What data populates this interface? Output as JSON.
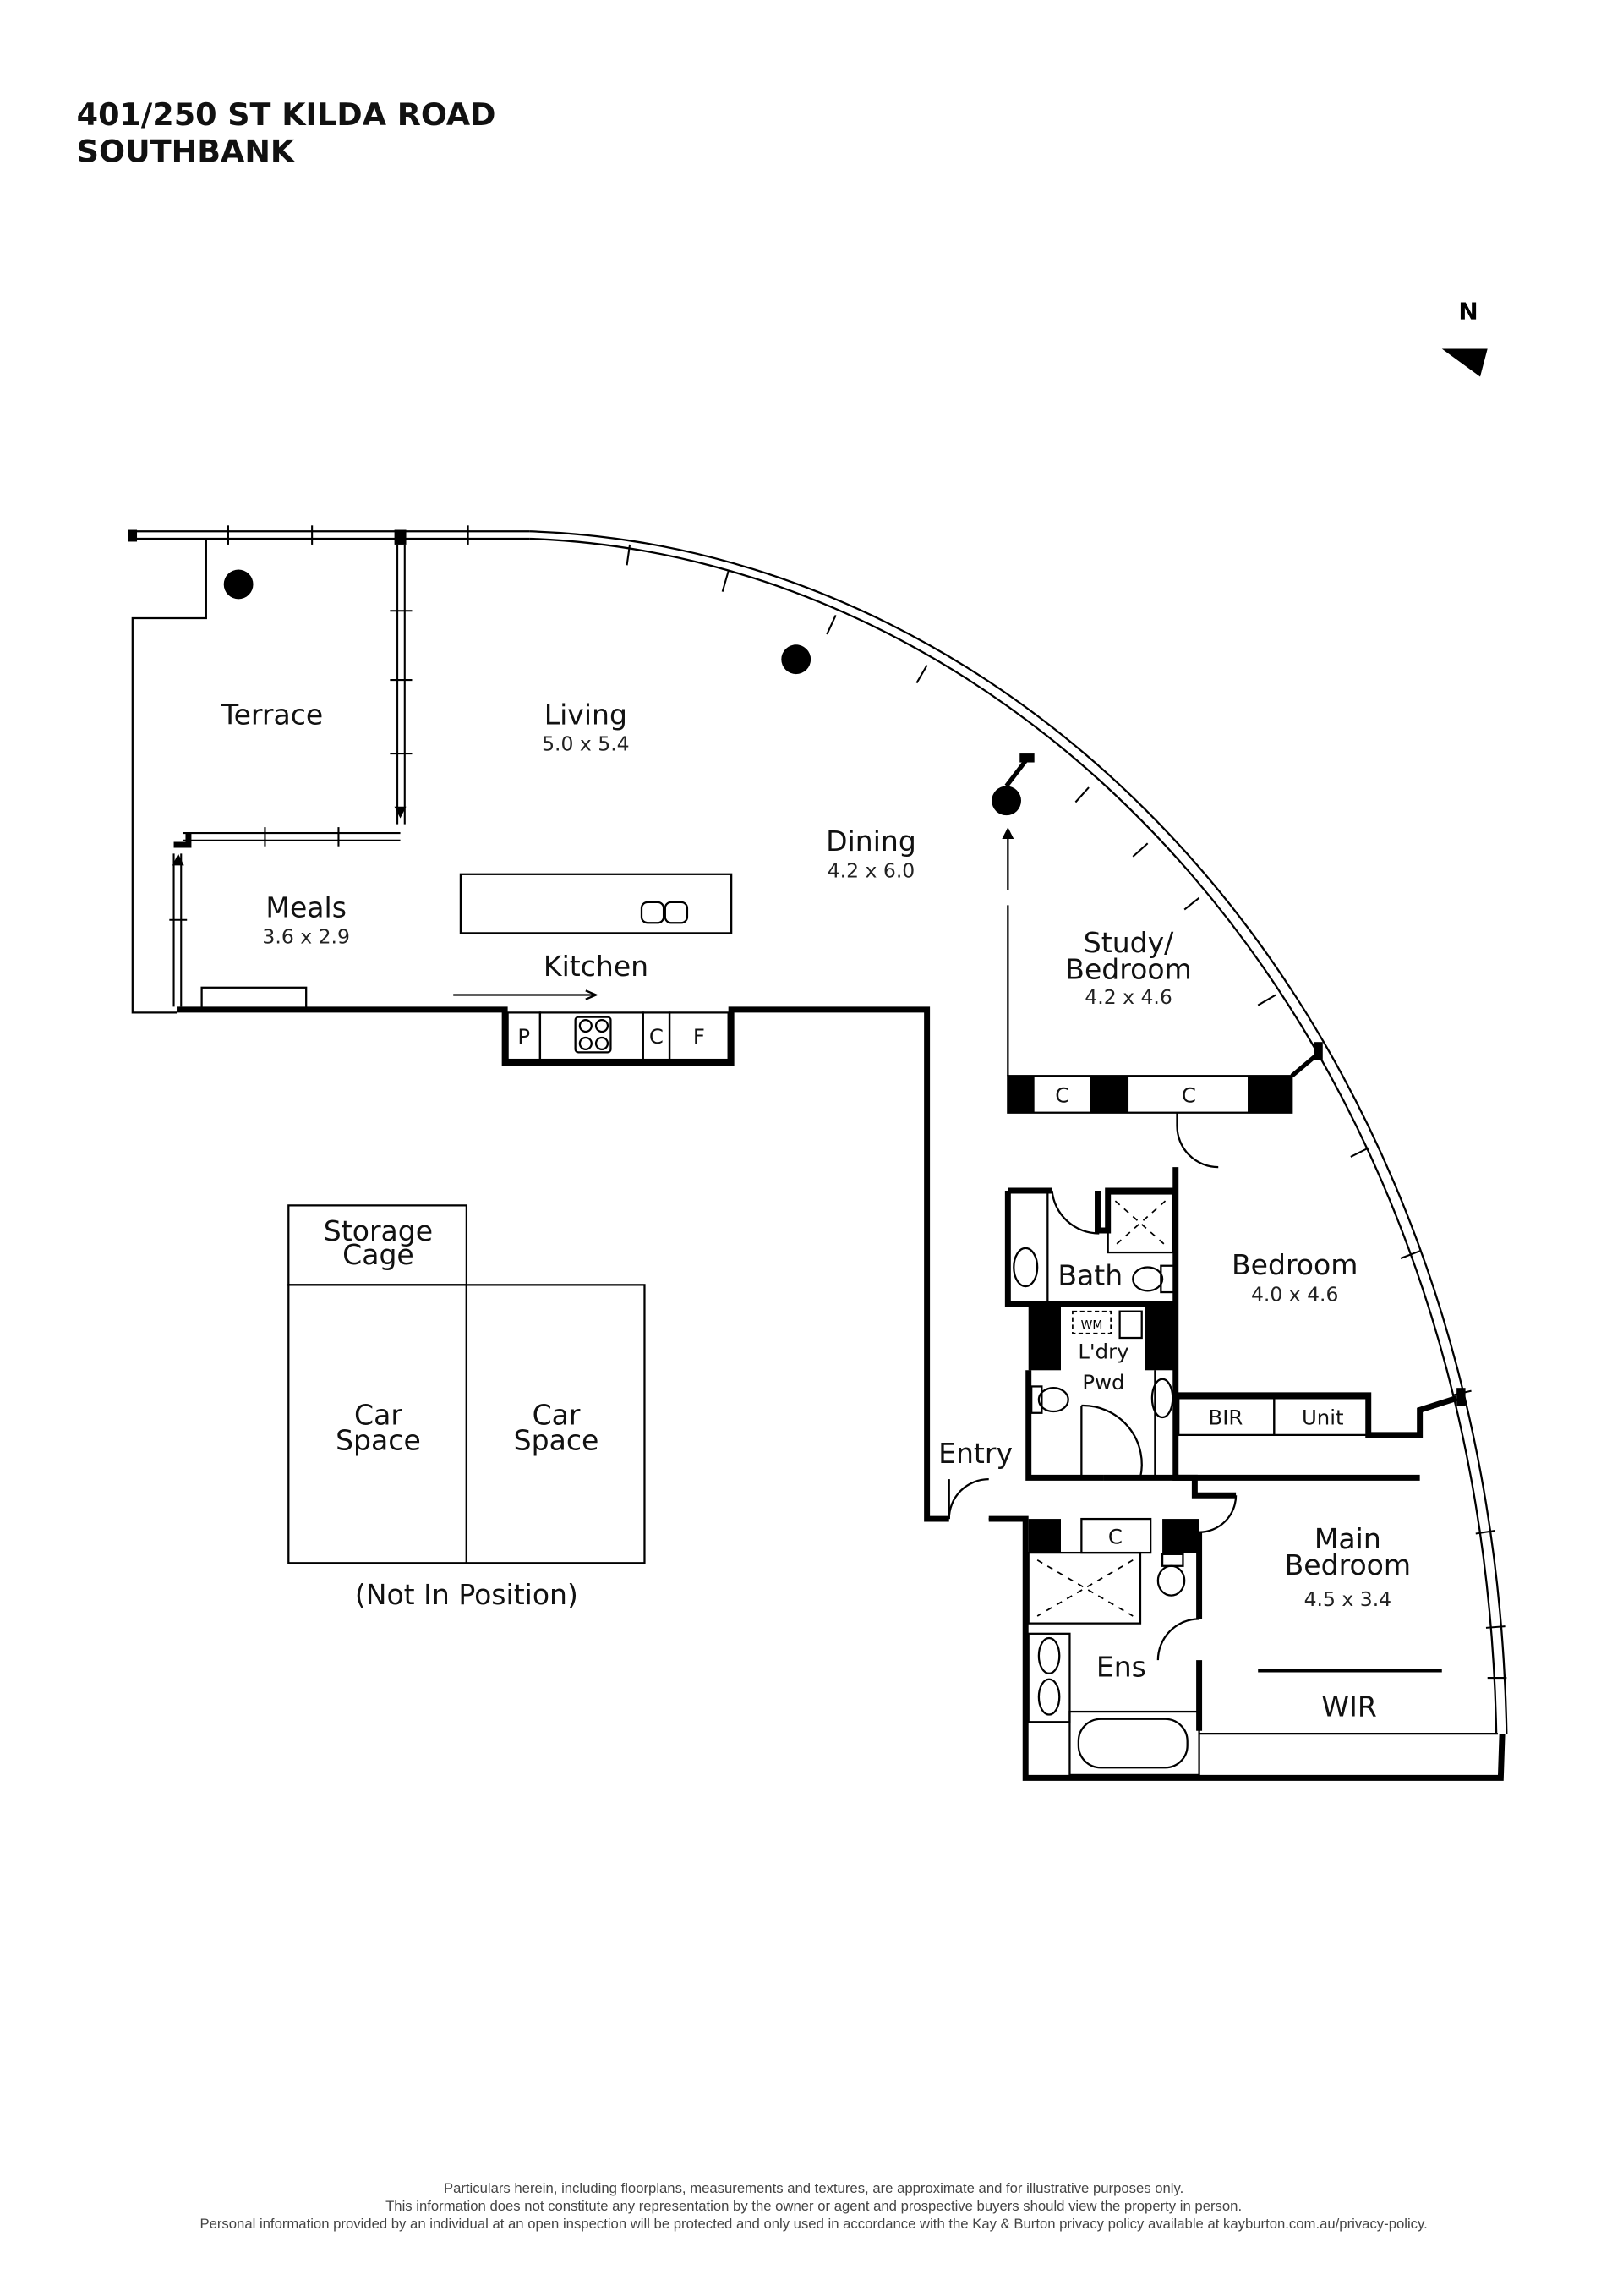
{
  "header": {
    "line1": "401/250 ST KILDA ROAD",
    "line2": "SOUTHBANK"
  },
  "compass": {
    "label": "N"
  },
  "rooms": {
    "terrace": {
      "name": "Terrace"
    },
    "living": {
      "name": "Living",
      "dims": "5.0 x 5.4"
    },
    "dining": {
      "name": "Dining",
      "dims": "4.2 x 6.0"
    },
    "meals": {
      "name": "Meals",
      "dims": "3.6 x 2.9"
    },
    "kitchen": {
      "name": "Kitchen"
    },
    "study": {
      "name1": "Study/",
      "name2": "Bedroom",
      "dims": "4.2 x 4.6"
    },
    "bedroom": {
      "name": "Bedroom",
      "dims": "4.0 x 4.6"
    },
    "bath": {
      "name": "Bath"
    },
    "laundry": {
      "name": "L'dry",
      "wm": "WM"
    },
    "powder": {
      "name": "Pwd"
    },
    "bir": {
      "name": "BIR"
    },
    "unit": {
      "name": "Unit"
    },
    "entry": {
      "name": "Entry"
    },
    "main_bedroom": {
      "name1": "Main",
      "name2": "Bedroom",
      "dims": "4.5 x 3.4"
    },
    "ensuite": {
      "name": "Ens"
    },
    "wir": {
      "name": "WIR"
    }
  },
  "fixtures": {
    "pantry": "P",
    "cupboard": "C",
    "fridge": "F"
  },
  "parking": {
    "storage": {
      "line1": "Storage",
      "line2": "Cage"
    },
    "car1": {
      "line1": "Car",
      "line2": "Space"
    },
    "car2": {
      "line1": "Car",
      "line2": "Space"
    },
    "note": "(Not In Position)"
  },
  "footer": {
    "line1": "Particulars herein, including floorplans, measurements and textures, are approximate and for illustrative purposes only.",
    "line2": "This information does not constitute any representation by the owner or agent and prospective buyers should view the property in person.",
    "line3": "Personal information provided by an individual at an open inspection will be protected and only used in accordance with the Kay & Burton privacy policy available at kayburton.com.au/privacy-policy."
  }
}
